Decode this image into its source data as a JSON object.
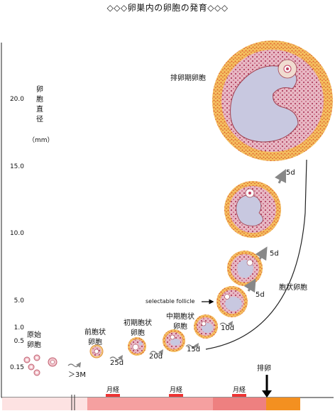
{
  "title": "◇◇◇卵巣内の卵胞の発育◇◇◇",
  "y_axis": {
    "label": "卵胞直径",
    "unit": "（mm）",
    "ticks": [
      "20.0",
      "15.0",
      "10.0",
      "5.0",
      "1.0",
      "0.5",
      "0.15"
    ]
  },
  "stages": {
    "primordial": "原始卵胞",
    "preantral": "前胞状卵胞",
    "early_antral": "初期胞状卵胞",
    "mid_antral": "中期胞状卵胞",
    "antral": "胞状卵胞",
    "ovulatory": "排卵期卵胞"
  },
  "durations": {
    "d1": "＞3M",
    "d2": "25d",
    "d3": "20d",
    "d4": "15d",
    "d5": "10d",
    "d6": "5d",
    "d7": "5d",
    "d8": "5d"
  },
  "annotation_selectable": "selectable follicle",
  "ovulation_label": "排卵",
  "menses_labels": [
    "月経",
    "月経",
    "月経"
  ],
  "colors": {
    "granulosa": "#cc7788",
    "theca": "#f0b050",
    "antrum": "#c8c8e0",
    "timeline_light": "#fde2e2",
    "timeline_dark": "#f08080",
    "ovulation": "#f39020",
    "menses": "#ee3333"
  }
}
